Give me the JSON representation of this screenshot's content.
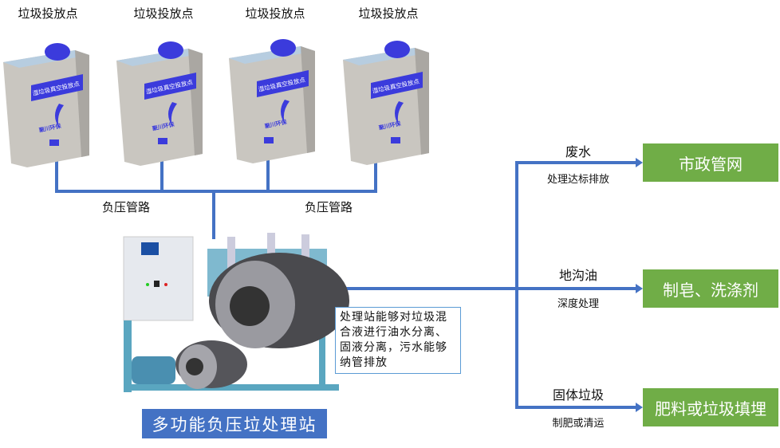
{
  "collection_points": [
    {
      "label": "垃圾投放点",
      "panel_text": "湿垃圾真空投放点",
      "brand": "聚川环保"
    },
    {
      "label": "垃圾投放点",
      "panel_text": "湿垃圾真空投放点",
      "brand": "聚川环保"
    },
    {
      "label": "垃圾投放点",
      "panel_text": "湿垃圾真空投放点",
      "brand": "聚川环保"
    },
    {
      "label": "垃圾投放点",
      "panel_text": "湿垃圾真空投放点",
      "brand": "聚川环保"
    }
  ],
  "pipe_labels": [
    "负压管路",
    "负压管路"
  ],
  "station": {
    "title": "多功能负压垃处理站",
    "description": "处理站能够对垃圾混合液进行油水分离、固液分离，污水能够纳管排放"
  },
  "outputs": [
    {
      "stream": "废水",
      "process": "处理达标排放",
      "destination": "市政管网"
    },
    {
      "stream": "地沟油",
      "process": "深度处理",
      "destination": "制皂、洗涤剂"
    },
    {
      "stream": "固体垃圾",
      "process": "制肥或清运",
      "destination": "肥料或垃圾填埋"
    }
  ],
  "colors": {
    "pipe": "#4472c4",
    "destination": "#70ad47",
    "panel": "#3b3bdc"
  }
}
